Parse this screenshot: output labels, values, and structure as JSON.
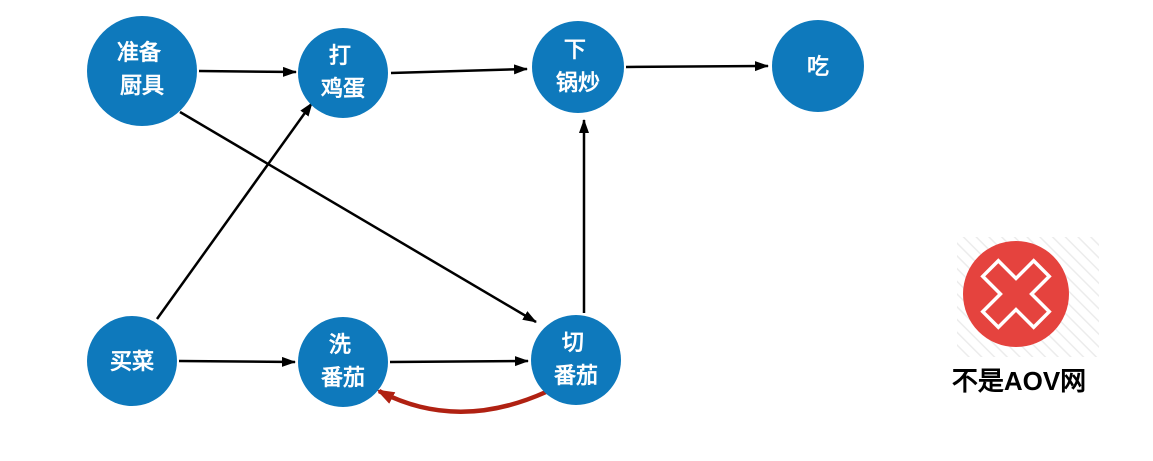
{
  "diagram": {
    "type": "directed-graph",
    "nodes": [
      {
        "id": "prepare-utensils",
        "label": "准备厨具",
        "lines": [
          "准备",
          "厨具"
        ]
      },
      {
        "id": "beat-eggs",
        "label": "打鸡蛋",
        "lines": [
          "打",
          "鸡蛋"
        ]
      },
      {
        "id": "stir-fry",
        "label": "下锅炒",
        "lines": [
          "下",
          "锅炒"
        ]
      },
      {
        "id": "eat",
        "label": "吃",
        "lines": [
          "吃"
        ]
      },
      {
        "id": "buy-groceries",
        "label": "买菜",
        "lines": [
          "买菜"
        ]
      },
      {
        "id": "wash-tomato",
        "label": "洗番茄",
        "lines": [
          "洗",
          "番茄"
        ]
      },
      {
        "id": "cut-tomato",
        "label": "切番茄",
        "lines": [
          "切",
          "番茄"
        ]
      }
    ],
    "edges": [
      {
        "from": "准备厨具",
        "to": "打鸡蛋",
        "style": "straight",
        "color": "black"
      },
      {
        "from": "打鸡蛋",
        "to": "下锅炒",
        "style": "straight",
        "color": "black"
      },
      {
        "from": "下锅炒",
        "to": "吃",
        "style": "straight",
        "color": "black"
      },
      {
        "from": "准备厨具",
        "to": "切番茄",
        "style": "straight",
        "color": "black"
      },
      {
        "from": "买菜",
        "to": "打鸡蛋",
        "style": "straight",
        "color": "black"
      },
      {
        "from": "买菜",
        "to": "洗番茄",
        "style": "straight",
        "color": "black"
      },
      {
        "from": "洗番茄",
        "to": "切番茄",
        "style": "straight",
        "color": "black"
      },
      {
        "from": "切番茄",
        "to": "下锅炒",
        "style": "straight",
        "color": "black"
      },
      {
        "from": "切番茄",
        "to": "洗番茄",
        "style": "curved",
        "color": "dark-red",
        "note": "cycle edge"
      }
    ],
    "annotation": {
      "icon": "error-cross-icon",
      "label": "不是AOV网"
    },
    "colors": {
      "node_fill": "#0e79bc",
      "node_text": "#ffffff",
      "edge": "#000000",
      "cycle_edge": "#b02112",
      "error_icon_red": "#e5433e",
      "error_icon_cross": "#ffffff"
    }
  }
}
